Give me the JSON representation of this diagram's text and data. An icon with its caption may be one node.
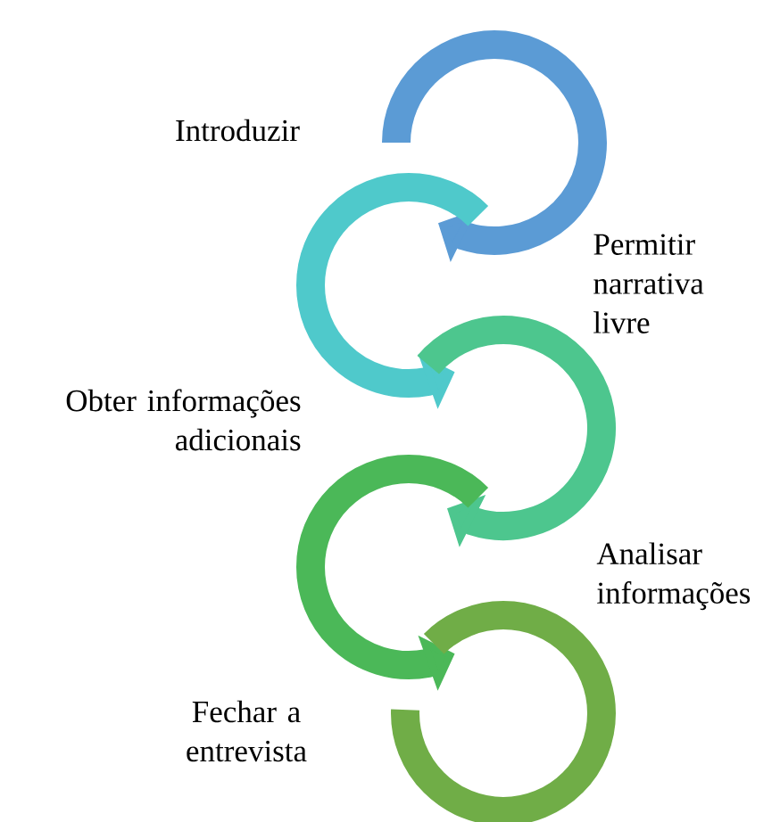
{
  "diagram": {
    "nodes": [
      {
        "text": [
          "Introduzir"
        ]
      },
      {
        "text": [
          "Permitir narrativa livre"
        ]
      },
      {
        "text": [
          "Obter informações adicionais"
        ]
      },
      {
        "text": [
          "Analisar informações"
        ]
      },
      {
        "text": [
          "Fechar a entrevista"
        ]
      }
    ],
    "edges": [
      {
        "from": 0,
        "to": 1,
        "arrow": "to",
        "color": "#5b9bd5"
      },
      {
        "from": 1,
        "to": 2,
        "arrow": "to",
        "color": "#4fc9cb"
      },
      {
        "from": 2,
        "to": 3,
        "arrow": "to",
        "color": "#4dc68e"
      },
      {
        "from": 3,
        "to": 4,
        "arrow": "to",
        "color": "#4bb858"
      },
      {
        "from": 4,
        "to": null,
        "arrow": "none",
        "color": "#70ad47"
      }
    ]
  }
}
